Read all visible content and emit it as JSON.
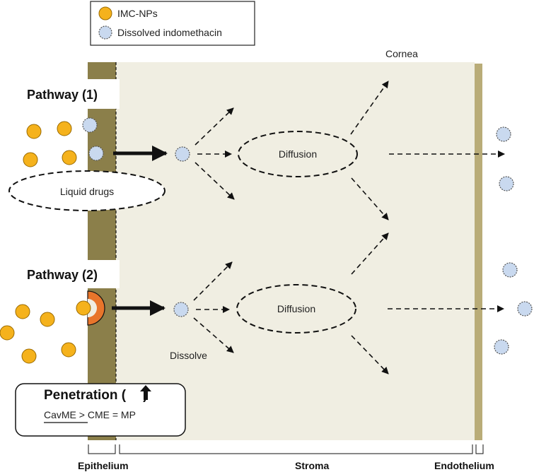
{
  "legend": {
    "nanoparticle": "IMC-NPs",
    "dissolved": "Dissolved indomethacin"
  },
  "labels": {
    "cornea": "Cornea",
    "pathway1": "Pathway (1)",
    "pathway2": "Pathway (2)",
    "liquid_drugs": "Liquid drugs",
    "diffusion1": "Diffusion",
    "diffusion2": "Diffusion",
    "dissolve": "Dissolve"
  },
  "penetration": {
    "title_prefix": "Penetration (",
    "title_suffix": ")",
    "ranking_first": "CavME",
    "ranking_rest": " > CME = MP"
  },
  "layers": {
    "epithelium": "Epithelium",
    "stroma": "Stroma",
    "endothelium": "Endothelium"
  },
  "colors": {
    "nanoparticle": "#f5b21c",
    "dissolved": "#c9d9ef",
    "epithelium": "#8b7f4a",
    "stroma": "#f0eee2",
    "endothelium": "#b9ac78",
    "endocytosis": "#e8752b"
  }
}
